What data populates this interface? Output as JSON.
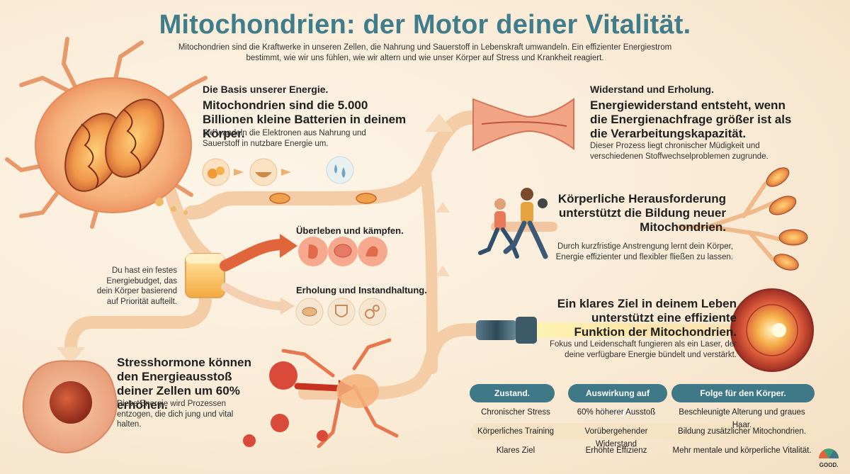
{
  "header": {
    "title": "Mitochondrien: der Motor deiner Vitalität.",
    "subtitle": "Mitochondrien sind die Kraftwerke in unseren Zellen, die Nahrung und Sauerstoff in Lebenskraft umwandeln. Ein effizienter Energiestrom bestimmt, wie wir uns fühlen, wie wir altern und wie unser Körper auf Stress und Krankheit reagiert."
  },
  "basis": {
    "label": "Die Basis unserer Energie.",
    "headline": "Mitochondrien sind die 5.000 Billionen kleine Batterien in deinem Körper.",
    "body": "Sie wandeln die Elektronen aus Nahrung und Sauerstoff in nutzbare Energie um."
  },
  "budget": {
    "body": "Du hast ein festes Energiebudget, das dein Körper basierend auf Priorität aufteilt."
  },
  "survival": {
    "label": "Überleben und kämpfen.",
    "icons": [
      "stomach-icon",
      "brain-icon",
      "muscle-icon"
    ]
  },
  "recovery": {
    "label": "Erholung und Instandhaltung.",
    "icons": [
      "cell-icon",
      "shield-plus-icon",
      "gears-icon"
    ]
  },
  "stress": {
    "headline": "Stresshormone können den Energieausstoß deiner Zellen um 60% erhöhen.",
    "body": "Diese Energie wird Prozessen entzogen, die dich jung und vital halten."
  },
  "resistance": {
    "label": "Widerstand und Erholung.",
    "headline": "Energiewiderstand entsteht, wenn die Energienachfrage größer ist als die Verarbeitungskapazität.",
    "body": "Dieser Prozess liegt chronischer Müdigkeit und verschiedenen Stoffwechselproblemen zugrunde."
  },
  "exercise": {
    "headline": "Körperliche Herausforderung unterstützt die Bildung neuer Mitochondrien.",
    "body": "Durch kurzfristige Anstrengung lernt dein Körper, Energie effizienter und flexibler fließen zu lassen."
  },
  "purpose": {
    "headline": "Ein klares Ziel in deinem Leben unterstützt eine effiziente Funktion der Mitochondrien.",
    "body": "Fokus und Leidenschaft fungieren als ein Laser, der deine verfügbare Energie bündelt und verstärkt."
  },
  "table": {
    "headers": [
      "Zustand.",
      "Auswirkung auf Energie.",
      "Folge für den Körper."
    ],
    "rows": [
      [
        "Chronischer Stress",
        "60% höherer Ausstoß",
        "Beschleunigte Alterung und graues Haar."
      ],
      [
        "Körperliches Training",
        "Vorübergehender Widerstand",
        "Bildung zusätzlicher Mitochondrien."
      ],
      [
        "Klares Ziel",
        "Erhöhte Effizienz",
        "Mehr mentale und körperliche Vitalität."
      ]
    ]
  },
  "logo": {
    "text": "GOOD."
  },
  "colors": {
    "title": "#3f7d8c",
    "pill": "#3f7886",
    "flow": "#f3c9a0",
    "accent": "#e0653a"
  }
}
